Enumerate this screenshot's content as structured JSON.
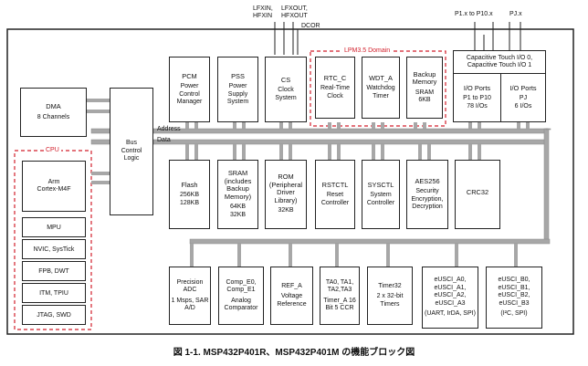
{
  "diagram": {
    "dma": {
      "title": "DMA",
      "subtitle": "8 Channels"
    },
    "bus": {
      "title": "Bus\nControl\nLogic"
    },
    "address_label": "Address",
    "data_label": "Data",
    "cpu": {
      "label": "CPU",
      "arm": "Arm\nCortex-M4F",
      "cells": [
        "MPU",
        "NVIC, SysTick",
        "FPB, DWT",
        "ITM, TPIU",
        "JTAG, SWD"
      ]
    },
    "lpm_label": "LPM3.5 Domain",
    "top_signals": {
      "lfxin": "LFXIN,\nHFXIN",
      "lfxout": "LFXOUT,\nHFXOUT",
      "dcor": "DCOR",
      "p1": "P1.x to P10.x",
      "pj": "PJ.x"
    },
    "top_row": [
      {
        "title": "PCM",
        "sub": "Power\nControl\nManager"
      },
      {
        "title": "PSS",
        "sub": "Power\nSupply\nSystem"
      },
      {
        "title": "CS",
        "sub": "Clock\nSystem"
      },
      {
        "title": "RTC_C",
        "sub": "Real-Time\nClock"
      },
      {
        "title": "WDT_A",
        "sub": "Watchdog\nTimer"
      },
      {
        "title": "Backup\nMemory",
        "sub": "SRAM\n6KB"
      }
    ],
    "captouch": "Capacitive Touch I/O 0,\nCapacitive Touch I/O 1",
    "io1": {
      "title": "I/O Ports",
      "sub": "P1 to P10\n78 I/Os"
    },
    "io2": {
      "title": "I/O Ports",
      "sub": "PJ\n6 I/Os"
    },
    "mid_row": [
      {
        "title": "Flash",
        "sub": "256KB\n128KB"
      },
      {
        "title": "SRAM\n(includes\nBackup\nMemory)",
        "sub": "64KB\n32KB"
      },
      {
        "title": "ROM\n(Peripheral\nDriver\nLibrary)",
        "sub": "32KB"
      },
      {
        "title": "RSTCTL",
        "sub": "Reset\nController"
      },
      {
        "title": "SYSCTL",
        "sub": "System\nController"
      },
      {
        "title": "AES256",
        "sub": "Security\nEncryption,\nDecryption"
      },
      {
        "title": "CRC32",
        "sub": ""
      }
    ],
    "bottom_row": [
      {
        "title": "Precision\nADC",
        "sub": "1 Msps,\nSAR A/D"
      },
      {
        "title": "Comp_E0,\nComp_E1",
        "sub": "Analog\nComparator"
      },
      {
        "title": "REF_A",
        "sub": "Voltage\nReference"
      },
      {
        "title": "TA0, TA1,\nTA2,TA3",
        "sub": "Timer_A\n16 Bit\n5 CCR"
      },
      {
        "title": "Timer32",
        "sub": "2 x 32-bit\nTimers"
      },
      {
        "title": "eUSCI_A0,\neUSCI_A1,\neUSCI_A2,\neUSCI_A3",
        "sub": "(UART,\nIrDA, SPI)"
      },
      {
        "title": "eUSCI_B0,\neUSCI_B1,\neUSCI_B2,\neUSCI_B3",
        "sub": "(I²C, SPI)"
      }
    ]
  },
  "caption": "図 1-1. MSP432P401R、MSP432P401M の機能ブロック図",
  "colors": {
    "bus": "#a7a7a7",
    "dash": "#d21f2b",
    "line": "#222222"
  }
}
